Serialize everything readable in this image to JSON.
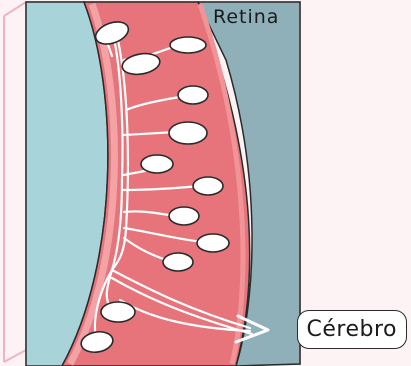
{
  "labels": {
    "retina": "Retina",
    "brain": "Cérebro"
  },
  "colors": {
    "vitreous": "#a8d3d8",
    "retina_tissue": "#e6747a",
    "retina_edge": "#f3a2a6",
    "choroid": "#8fb0b8",
    "nerve_fibers": "#ffffff",
    "cells": "#ffffff",
    "outline": "#2a2a2a",
    "frame": "#f0b3c3"
  },
  "icons": [
    "photoreceptor-cell",
    "nerve-fiber",
    "arrow-right-icon"
  ]
}
